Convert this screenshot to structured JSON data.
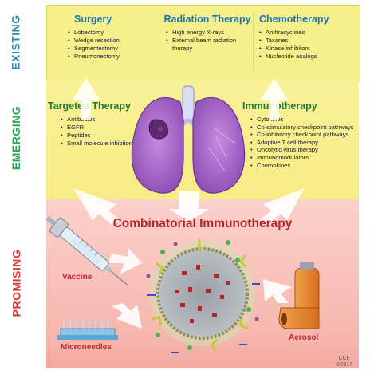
{
  "sections": {
    "existing": "EXISTING",
    "emerging": "EMERGING",
    "promising": "PROMISING"
  },
  "existing": {
    "surgery": {
      "title": "Surgery",
      "items": [
        "Lobectomy",
        "Wedge resection",
        "Segmentectomy",
        "Pneumonectomy"
      ]
    },
    "radiation": {
      "title": "Radiation Therapy",
      "items": [
        "High energy X-rays",
        "External beam radiation therapy"
      ]
    },
    "chemotherapy": {
      "title": "Chemotherapy",
      "items": [
        "Anthracyclines",
        "Taxanes",
        "Kinase inhibitors",
        "Nucleotide analogs"
      ]
    }
  },
  "emerging": {
    "targeted": {
      "title": "Targeted Therapy",
      "items": [
        "Antibodies",
        "EGFR",
        "Peptides",
        "Small molecule inhibitors"
      ]
    },
    "immunotherapy": {
      "title": "Immunotherapy",
      "items": [
        "Cytokines",
        "Co-stimulatory checkpoint pathways",
        "Co-inhibitory checkpoint pathways",
        "Adoptive T cell therapy",
        "Oncolytic virus therapy",
        "Immunomodulators",
        "Chemokines"
      ]
    }
  },
  "promising": {
    "title": "Combinatorial Immunotherapy",
    "vaccine": "Vaccine",
    "microneedles": "Microneedles",
    "aerosol": "Aerosol"
  },
  "credit": {
    "line1": "CCF",
    "line2": "©2017"
  },
  "colors": {
    "existing_label": "#1f8fb6",
    "emerging_label": "#2ea35a",
    "promising_label": "#d63e3a",
    "heading_blue": "#1e74b8",
    "heading_green": "#1e7a3c",
    "title_red": "#b6242a"
  },
  "icons": [
    "lungs-icon",
    "syringe-icon",
    "microneedle-patch-icon",
    "inhaler-icon",
    "nanoparticle-icon"
  ]
}
